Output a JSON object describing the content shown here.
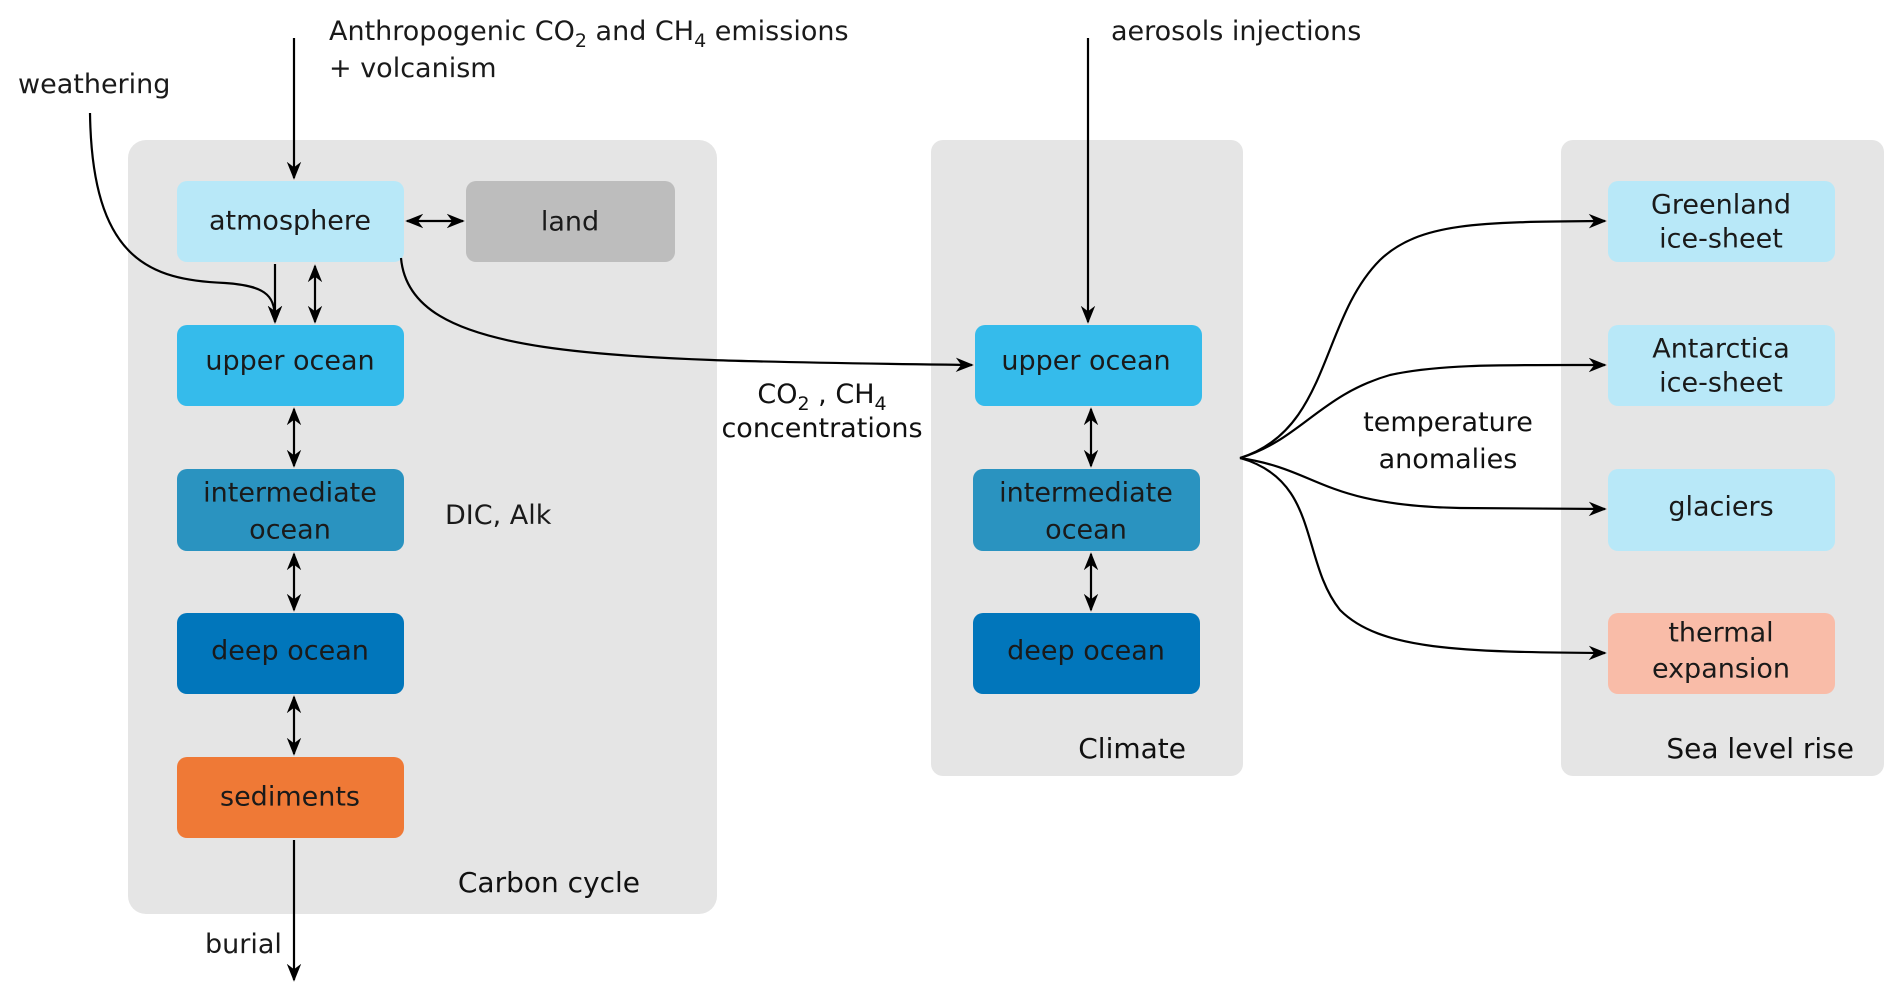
{
  "title": "Coupled carbon cycle, climate and sea level rise model diagram",
  "inputs": {
    "emissions_line1": "Anthropogenic CO",
    "emissions_sub1": "2",
    "emissions_mid": " and CH",
    "emissions_sub2": "4",
    "emissions_end": " emissions",
    "emissions_line2": "+ volcanism",
    "weathering": "weathering",
    "aerosols": "aerosols injections",
    "burial": "burial"
  },
  "panels": {
    "carbon_cycle": {
      "title": "Carbon cycle",
      "note": "DIC, Alk",
      "nodes": [
        {
          "id": "atmosphere",
          "label": [
            "atmosphere"
          ],
          "color": "#b8e8f8"
        },
        {
          "id": "land",
          "label": [
            "land"
          ],
          "color": "#bdbdbd"
        },
        {
          "id": "upper-ocean",
          "label": [
            "upper ocean"
          ],
          "color": "#35bbeb"
        },
        {
          "id": "intermediate-ocean",
          "label": [
            "intermediate",
            "ocean"
          ],
          "color": "#2a93c0"
        },
        {
          "id": "deep-ocean",
          "label": [
            "deep ocean"
          ],
          "color": "#0176bb"
        },
        {
          "id": "sediments",
          "label": [
            "sediments"
          ],
          "color": "#ef7936"
        }
      ]
    },
    "climate": {
      "title": "Climate",
      "nodes": [
        {
          "id": "upper-ocean",
          "label": [
            "upper ocean"
          ],
          "color": "#35bbeb"
        },
        {
          "id": "intermediate-ocean",
          "label": [
            "intermediate",
            "ocean"
          ],
          "color": "#2a93c0"
        },
        {
          "id": "deep-ocean",
          "label": [
            "deep ocean"
          ],
          "color": "#0176bb"
        }
      ]
    },
    "sea_level_rise": {
      "title": "Sea level rise",
      "nodes": [
        {
          "id": "greenland",
          "label": [
            "Greenland",
            "ice-sheet"
          ],
          "color": "#b8e8f8"
        },
        {
          "id": "antarctica",
          "label": [
            "Antarctica",
            "ice-sheet"
          ],
          "color": "#b8e8f8"
        },
        {
          "id": "glaciers",
          "label": [
            "glaciers"
          ],
          "color": "#b8e8f8"
        },
        {
          "id": "thermal-expansion",
          "label": [
            "thermal",
            "expansion"
          ],
          "color": "#f9bca8"
        }
      ]
    }
  },
  "links": {
    "concentrations_co2": "CO",
    "concentrations_sub1": "2",
    "concentrations_mid": "  , CH",
    "concentrations_sub2": "4",
    "concentrations_line2": "concentrations",
    "temperature_line1": "temperature",
    "temperature_line2": "anomalies"
  },
  "colors": {
    "panel": "#e5e5e5",
    "edge": "#000000"
  }
}
